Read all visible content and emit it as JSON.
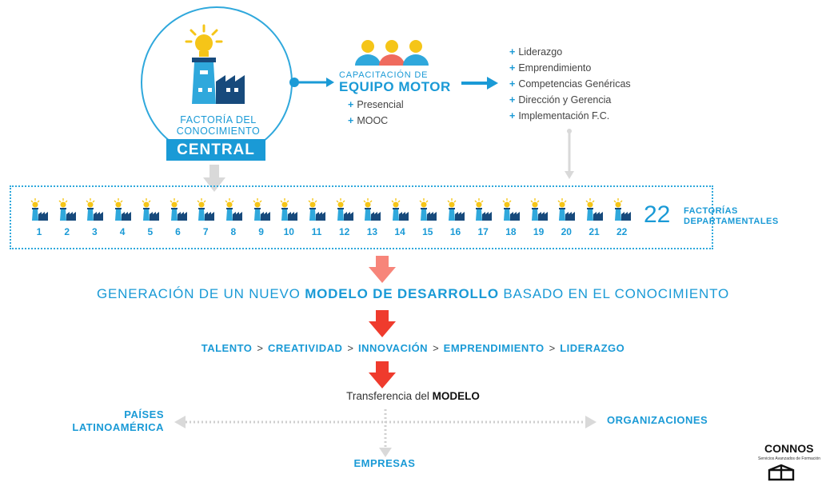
{
  "central": {
    "label_line1": "FACTORÍA DEL",
    "label_line2": "CONOCIMIENTO",
    "badge": "CENTRAL"
  },
  "capacitacion": {
    "title": "CAPACITACIÓN DE",
    "title_bold": "EQUIPO MOTOR",
    "items": [
      "Presencial",
      "MOOC"
    ]
  },
  "competencias": [
    "Liderazgo",
    "Emprendimiento",
    "Competencias Genéricas",
    "Dirección y Gerencia",
    "Implementación F.C."
  ],
  "factorias": {
    "numbers": [
      "1",
      "2",
      "3",
      "4",
      "5",
      "6",
      "7",
      "8",
      "9",
      "10",
      "11",
      "12",
      "13",
      "14",
      "15",
      "16",
      "17",
      "18",
      "19",
      "20",
      "21",
      "22"
    ],
    "count": "22",
    "label_line1": "FACTORÍAS",
    "label_line2": "DEPARTAMENTALES"
  },
  "generacion": {
    "pre": "GENERACIÓN DE UN NUEVO ",
    "bold": "MODELO DE DESARROLLO",
    "post": " BASADO EN EL CONOCIMIENTO"
  },
  "chain": [
    "TALENTO",
    "CREATIVIDAD",
    "INNOVACIÓN",
    "EMPRENDIMIENTO",
    "LIDERAZGO"
  ],
  "chain_separator": ">",
  "transferencia": {
    "pre": "Transferencia del ",
    "bold": "MODELO"
  },
  "targets": {
    "left_line1": "PAÍSES",
    "left_line2": "LATINOAMÉRICA",
    "right": "ORGANIZACIONES",
    "bottom": "EMPRESAS"
  },
  "logo": {
    "name": "CONNOS",
    "subtitle": "Servicios Avanzados de Formación"
  },
  "colors": {
    "primary": "#1a9ad6",
    "navy": "#174a7c",
    "arrow_light": "#f7857a",
    "arrow_red": "#ef3b2d",
    "gray_arrow": "#d9d9d9",
    "bulb": "#f5c518"
  }
}
